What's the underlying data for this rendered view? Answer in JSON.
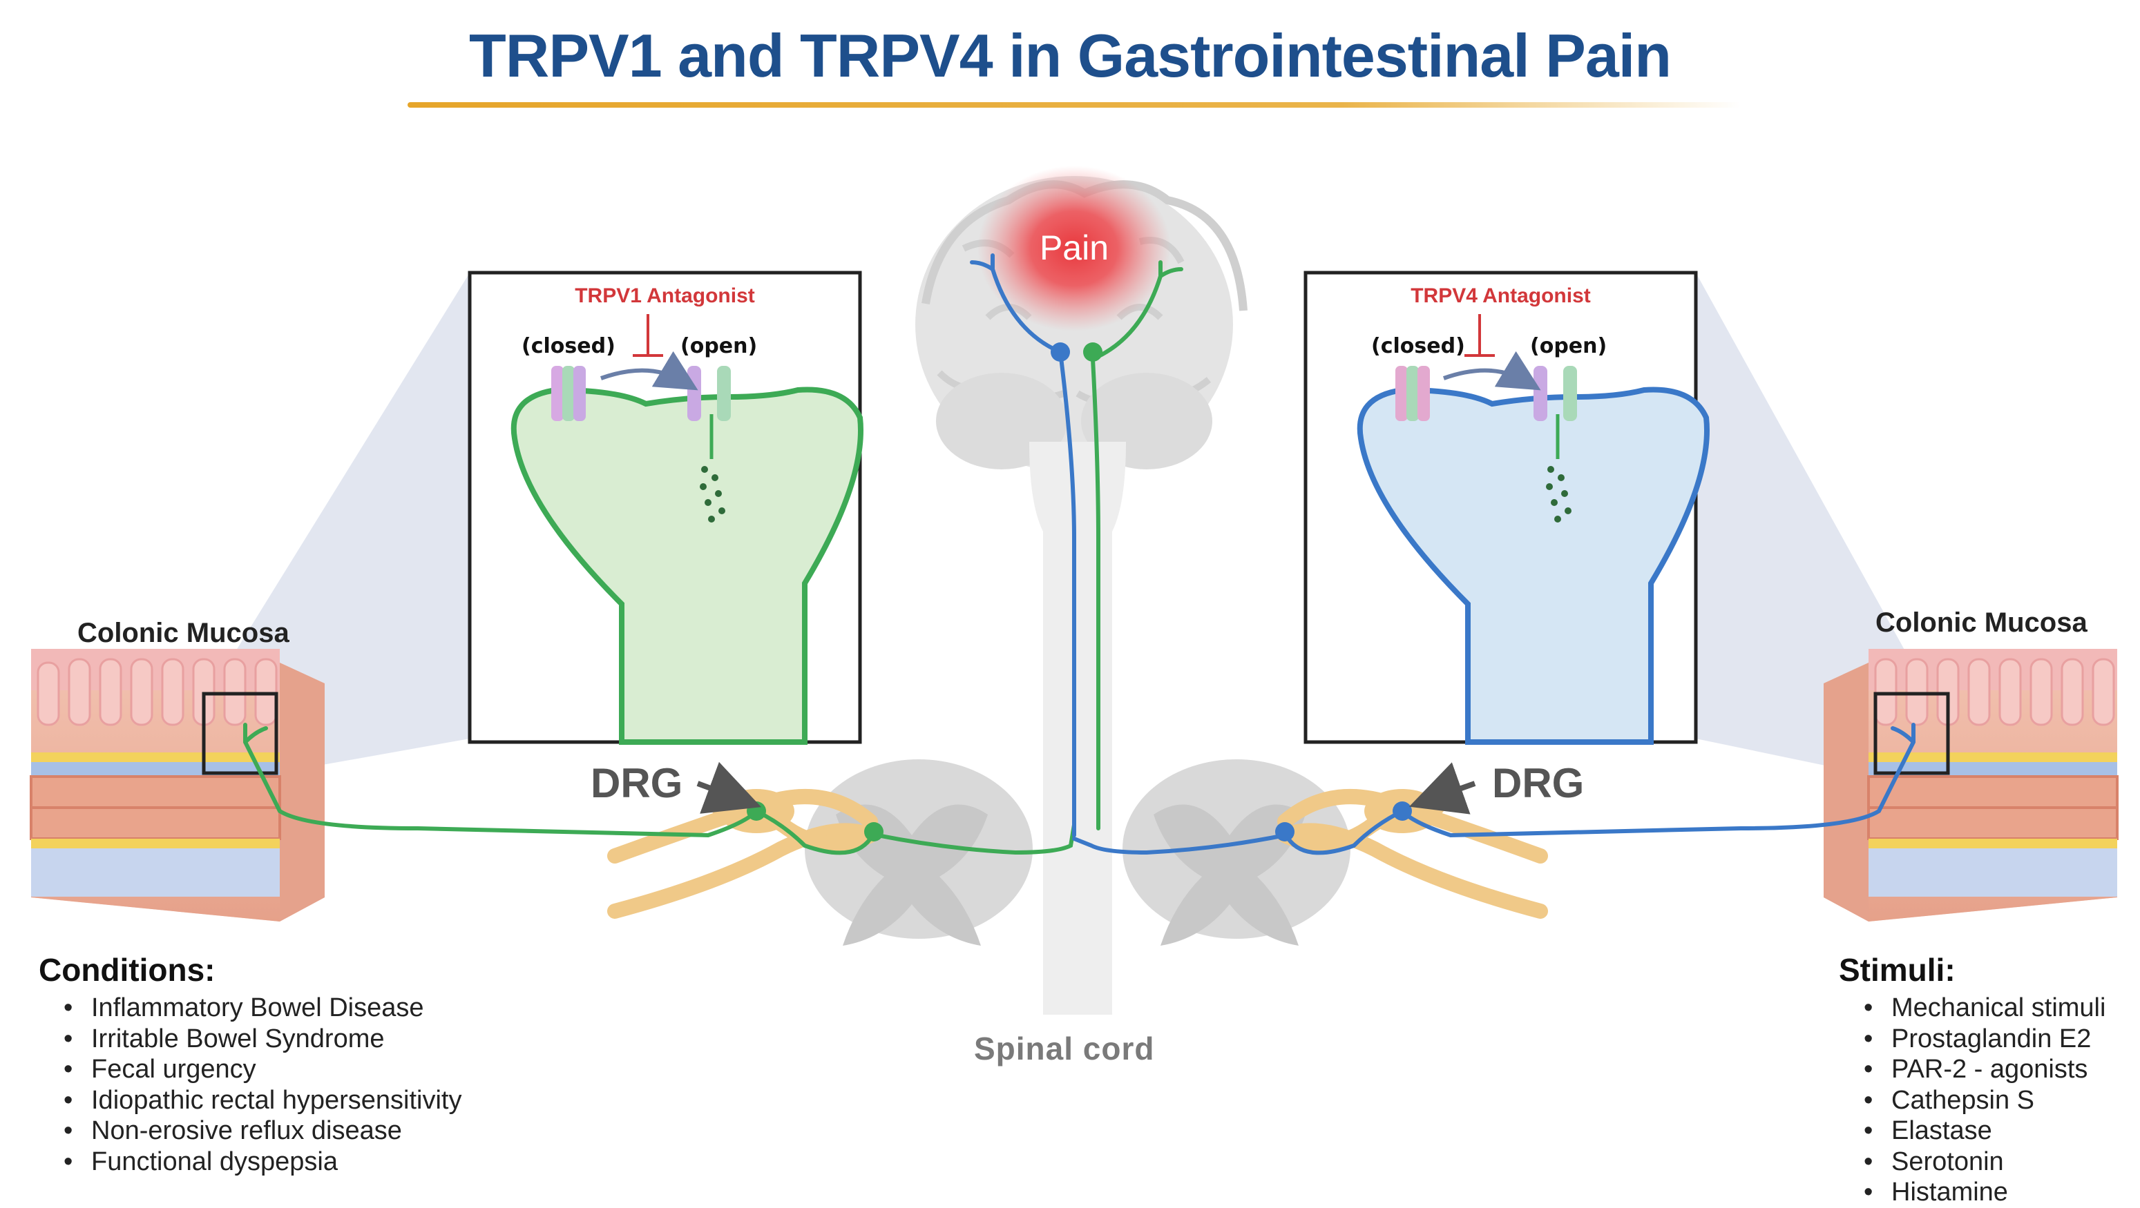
{
  "title": "TRPV1 and TRPV4 in Gastrointestinal Pain",
  "pain_label": "Pain",
  "spinal_cord_label": "Spinal cord",
  "left": {
    "mucosa_label": "Colonic Mucosa",
    "drg_label": "DRG",
    "antagonist_label": "TRPV1 Antagonist",
    "closed_label": "(closed)",
    "open_label": "(open)",
    "list_title": "Conditions:",
    "items": [
      "Inflammatory Bowel Disease",
      "Irritable Bowel Syndrome",
      "Fecal urgency",
      "Idiopathic rectal hypersensitivity",
      "Non-erosive reflux disease",
      "Functional dyspepsia"
    ]
  },
  "right": {
    "mucosa_label": "Colonic Mucosa",
    "drg_label": "DRG",
    "antagonist_label": "TRPV4 Antagonist",
    "closed_label": "(closed)",
    "open_label": "(open)",
    "list_title": "Stimuli:",
    "items": [
      "Mechanical stimuli",
      "Prostaglandin E2",
      "PAR-2 - agonists",
      "Cathepsin S",
      "Elastase",
      "Serotonin",
      "Histamine"
    ]
  },
  "colors": {
    "trpv1_neuron": "#3daa55",
    "trpv4_neuron": "#3a78c8",
    "title": "#1e4f8c",
    "antagonist": "#d2373a",
    "pain_glow": "#e8383d",
    "drg_ganglion": "#f0c988"
  }
}
